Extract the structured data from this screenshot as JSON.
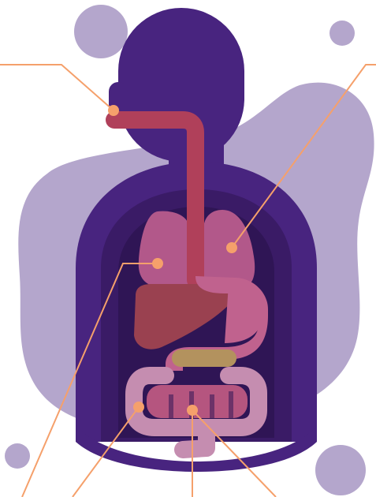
{
  "diagram": {
    "subject": "digestive-system-anatomy",
    "labels_visible": false
  },
  "colors": {
    "blob": "#b4a6cc",
    "body_dark": "#48247f",
    "torso_inner": "#3a1b66",
    "cavity": "#2f1555",
    "esophagus": "#b0405a",
    "lungs": "#b2588a",
    "liver": "#9a4150",
    "stomach": "#c0628e",
    "pancreas": "#b3925e",
    "large_intestine": "#c58db0",
    "small_intestine": "#b5557f",
    "leader_line": "#f5a06b",
    "leader_dot": "#f5a06b"
  },
  "callouts": [
    {
      "organ": "mouth"
    },
    {
      "organ": "lungs"
    },
    {
      "organ": "lungs-right"
    },
    {
      "organ": "large-intestine"
    },
    {
      "organ": "small-intestine"
    },
    {
      "organ": "small-intestine-right"
    }
  ]
}
